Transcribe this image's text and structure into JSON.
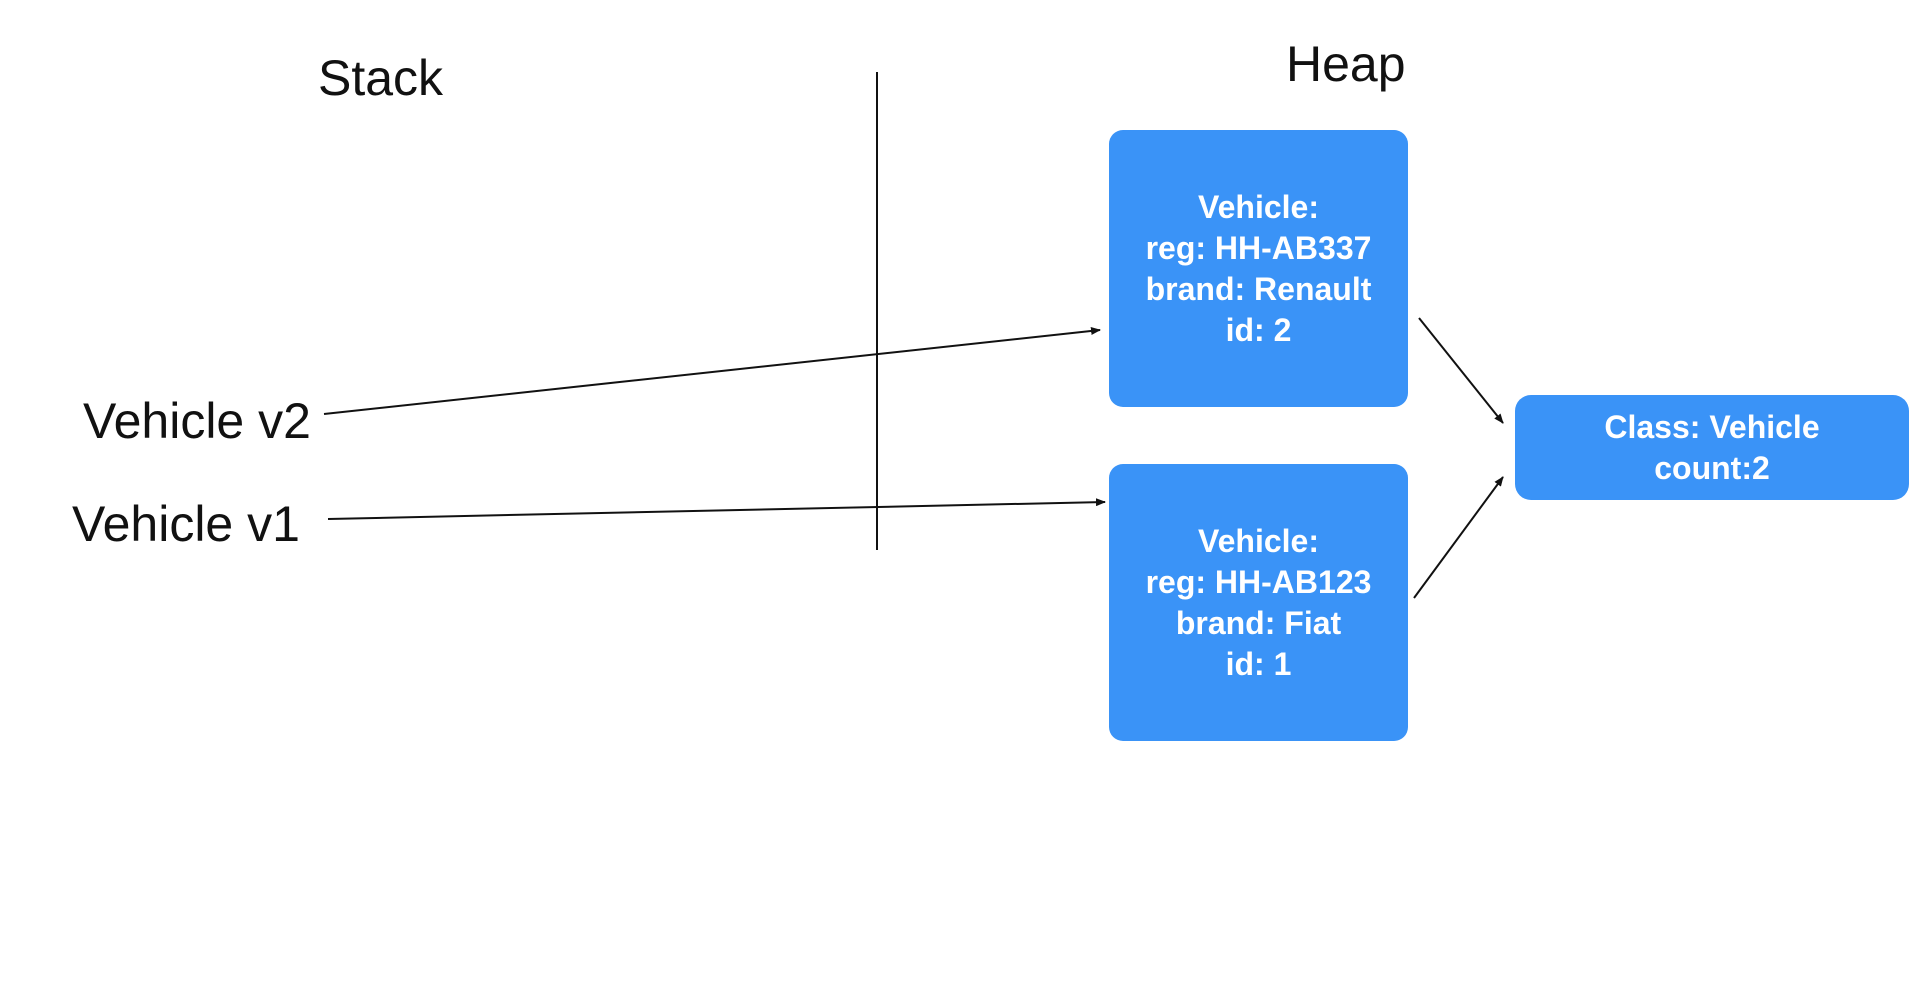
{
  "stack_label": "Stack",
  "heap_label": "Heap",
  "stack_vars": [
    {
      "label": "Vehicle v2"
    },
    {
      "label": "Vehicle v1"
    }
  ],
  "objects": [
    {
      "lines": [
        "Vehicle:",
        "reg: HH-AB337",
        "brand: Renault",
        "id: 2"
      ]
    },
    {
      "lines": [
        "Vehicle:",
        "reg: HH-AB123",
        "brand: Fiat",
        "id: 1"
      ]
    }
  ],
  "class_object": {
    "lines": [
      "Class: Vehicle",
      "count:2"
    ]
  },
  "colors": {
    "box_fill": "#3a93f7",
    "box_text": "#ffffff",
    "line": "#111111",
    "label_text": "#111111"
  }
}
